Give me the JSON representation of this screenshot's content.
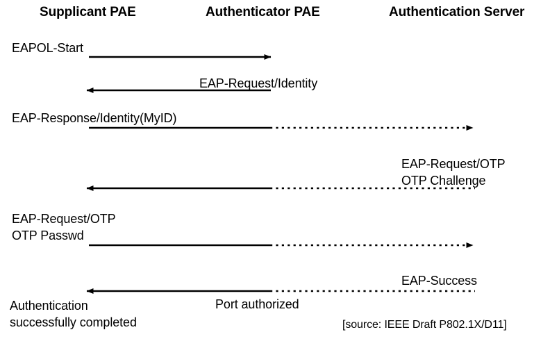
{
  "diagram": {
    "title_columns": [
      {
        "id": "supplicant",
        "label": "Supplicant PAE"
      },
      {
        "id": "authenticator",
        "label": "Authenticator PAE"
      },
      {
        "id": "server",
        "label": "Authentication Server"
      }
    ],
    "source_note": "[source: IEEE Draft P802.1X/D11]",
    "colors": {
      "line": "#000000",
      "text": "#000000",
      "background": "#ffffff"
    },
    "messages": [
      {
        "id": "eapol-start",
        "label": "EAPOL-Start",
        "direction": "right",
        "from": "supplicant",
        "to": "authenticator",
        "left_segment": "solid",
        "right_segment": "none",
        "arrowhead": "right"
      },
      {
        "id": "eap-request-identity",
        "label": "EAP-Request/Identity",
        "direction": "left",
        "from": "authenticator",
        "to": "supplicant",
        "left_segment": "solid",
        "right_segment": "none",
        "arrowhead": "left"
      },
      {
        "id": "eap-response-identity",
        "label": "EAP-Response/Identity(MyID)",
        "direction": "right",
        "from": "supplicant",
        "to": "server",
        "left_segment": "solid",
        "right_segment": "dotted",
        "arrowhead": "right"
      },
      {
        "id": "eap-request-otp-challenge",
        "label_line1": "EAP-Request/OTP",
        "label_line2": "OTP Challenge",
        "direction": "left",
        "from": "server",
        "to": "supplicant",
        "left_segment": "solid",
        "right_segment": "dotted",
        "arrowhead": "left"
      },
      {
        "id": "eap-request-otp-passwd",
        "label_line1": "EAP-Request/OTP",
        "label_line2": "OTP Passwd",
        "direction": "right",
        "from": "supplicant",
        "to": "server",
        "left_segment": "solid",
        "right_segment": "dotted",
        "arrowhead": "right"
      },
      {
        "id": "eap-success",
        "label": "EAP-Success",
        "sub_label": "Port authorized",
        "direction": "left",
        "from": "server",
        "to": "supplicant",
        "left_segment": "solid",
        "right_segment": "dotted",
        "arrowhead": "left"
      }
    ],
    "annotations": {
      "completion_line1": "Authentication",
      "completion_line2": "successfully completed"
    }
  }
}
